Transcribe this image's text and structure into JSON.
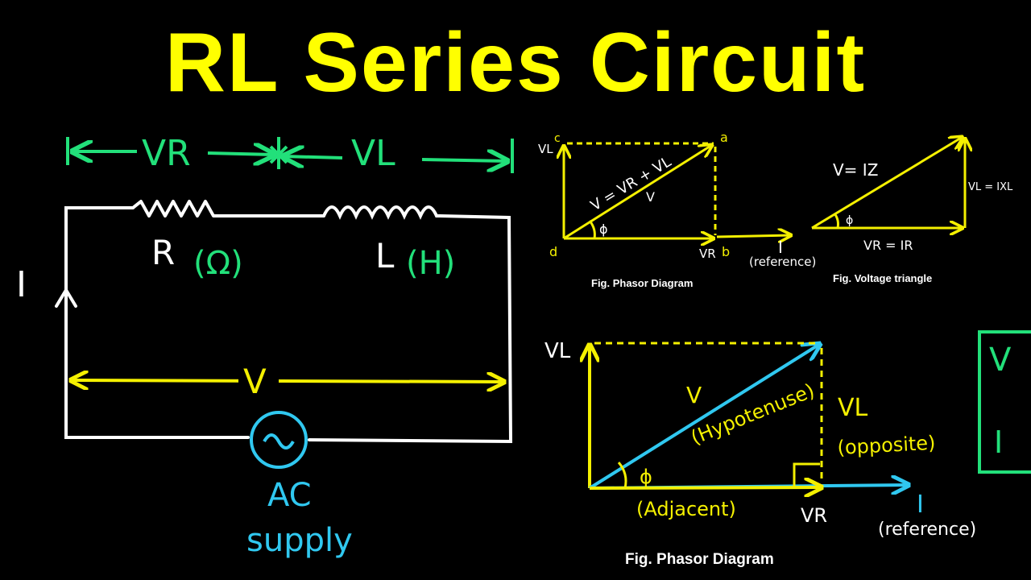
{
  "title": "RL Series Circuit",
  "colors": {
    "background": "#000000",
    "title": "#ffff00",
    "wire": "#ffffff",
    "component_label": "#22e07a",
    "phasor": "#f4f000",
    "current": "#30c8f0",
    "caption": "#ffffff"
  },
  "circuit": {
    "vr_label": "VR",
    "vl_label": "VL",
    "resistor_label": "R",
    "resistor_unit": "(Ω)",
    "inductor_label": "L",
    "inductor_unit": "(H)",
    "current_label": "I",
    "voltage_label": "V",
    "source_label_line1": "AC",
    "source_label_line2": "supply"
  },
  "phasor_small": {
    "corner_c": "c",
    "corner_a": "a",
    "corner_d": "d",
    "corner_b": "b",
    "vl_label": "VL",
    "vr_label": "VR",
    "equation": "V = VR + VL",
    "v_label": "V",
    "angle": "ϕ",
    "current_label": "I",
    "reference": "(reference)",
    "caption": "Fig. Phasor Diagram"
  },
  "voltage_triangle": {
    "hyp_label": "V= IZ",
    "opp_label": "VL = IXL",
    "adj_label": "VR = IR",
    "angle": "ϕ",
    "caption": "Fig. Voltage triangle"
  },
  "phasor_large": {
    "vl_label": "VL",
    "v_label": "V",
    "hyp_label": "(Hypotenuse)",
    "vl_right": "VL",
    "opposite": "(opposite)",
    "angle": "ϕ",
    "adjacent": "(Adjacent)",
    "vr_label": "VR",
    "current_label": "I",
    "reference": "(reference)",
    "caption": "Fig. Phasor Diagram"
  },
  "side_box": {
    "v_label": "V",
    "i_label": "I"
  }
}
